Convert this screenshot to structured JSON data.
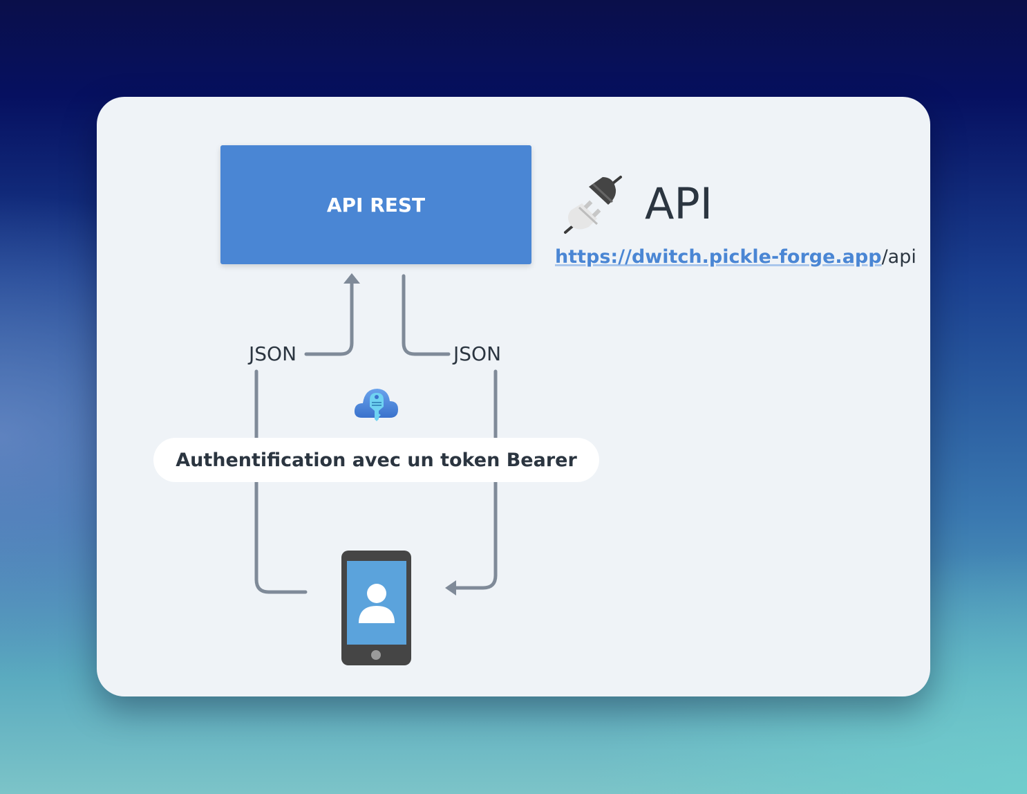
{
  "diagram": {
    "api_box_label": "API REST",
    "json_left": "JSON",
    "json_right": "JSON",
    "auth_label": "Authentification avec un token Bearer",
    "title": "API",
    "url_link": "https://dwitch.pickle-forge.app",
    "url_suffix": "/api",
    "icons": [
      "plug-icon",
      "cloud-key-icon",
      "mobile-user-icon"
    ],
    "colors": {
      "box": "#4a86d4",
      "connector": "#7f8a98",
      "card": "#eff3f7",
      "phone": "#454545",
      "screen": "#5ba3dc"
    }
  }
}
